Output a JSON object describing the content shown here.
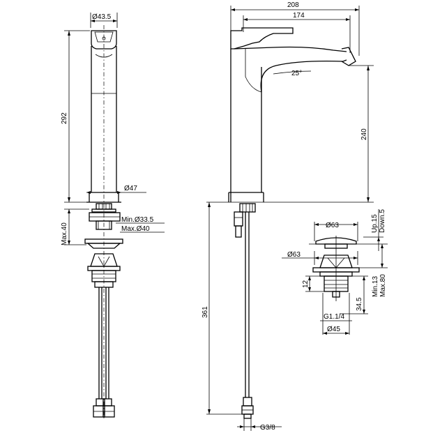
{
  "dimensions": {
    "top_diameter": "Ø43.5",
    "body_height": "292",
    "base_diameter": "Ø47",
    "max_40": "Max.40",
    "min_hole": "Min.Ø33.5",
    "max_hole": "Max.Ø40",
    "total_projection": "208",
    "spout_reach": "174",
    "spout_angle": "25°",
    "spout_height": "240",
    "hose_length": "361",
    "inlet_thread": "G3/8",
    "waste_top_diameter": "Ø63",
    "waste_diameter": "Ø63",
    "up": "Up.15",
    "down": "Down.5",
    "min13": "Min.13",
    "max80": "Max.80",
    "dim12": "12",
    "dim34_5": "34.5",
    "waste_thread": "G1.1/4",
    "waste_bottom_diameter": "Ø45"
  }
}
